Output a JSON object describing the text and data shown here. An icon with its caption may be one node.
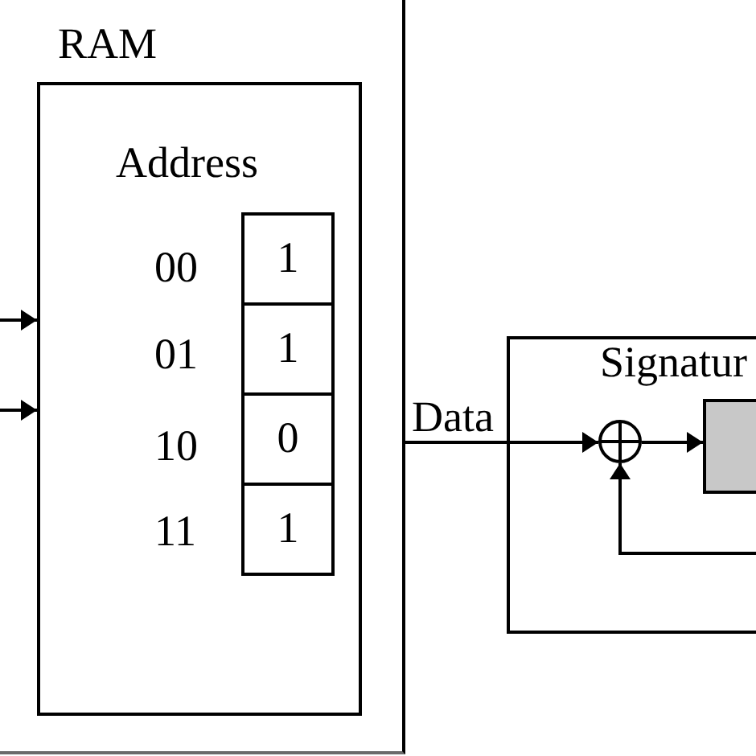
{
  "diagram": {
    "nodes": [
      {
        "text": [
          "RAM"
        ]
      },
      {
        "text": [
          "Address"
        ],
        "in": 0
      },
      {
        "text": [
          "1"
        ],
        "in": 1,
        "beside": [
          "00"
        ]
      },
      {
        "text": [
          "1"
        ],
        "in": 1,
        "beside": [
          "01"
        ]
      },
      {
        "text": [
          "0"
        ],
        "in": 1,
        "beside": [
          "10"
        ]
      },
      {
        "text": [
          "1"
        ],
        "in": 1,
        "beside": [
          "11"
        ]
      },
      {
        "text": [
          "Signatur"
        ]
      },
      {
        "text": [],
        "shape": "circle",
        "in": 6
      },
      {
        "text": [],
        "shape": "box",
        "in": 6
      }
    ],
    "edges": [
      {
        "from": null,
        "to": 1,
        "arrow": "to"
      },
      {
        "from": null,
        "to": 1,
        "arrow": "to"
      },
      {
        "from": 0,
        "to": 7,
        "arrow": "to",
        "label": "Data"
      },
      {
        "from": 7,
        "to": 8,
        "arrow": "to"
      },
      {
        "from": null,
        "to": 7,
        "arrow": "to"
      }
    ]
  }
}
